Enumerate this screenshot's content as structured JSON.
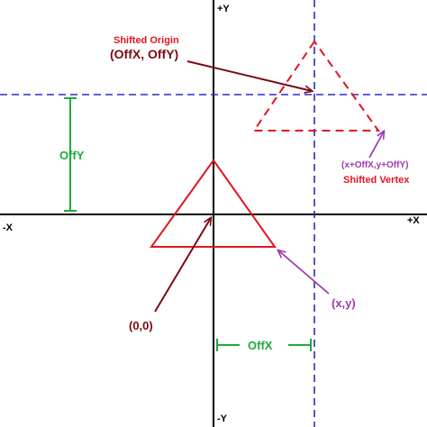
{
  "axes": {
    "y_positive": "+Y",
    "y_negative": "-Y",
    "x_positive": "+X",
    "x_negative": "-X"
  },
  "labels": {
    "shifted_origin_title": "Shifted Origin",
    "shifted_origin_coords": "(OffX, OffY)",
    "offy": "OffY",
    "offx": "OffX",
    "shifted_vertex_coords": "(x+OffX,y+OffY)",
    "shifted_vertex_title": "Shifted Vertex",
    "origin": "(0,0)",
    "vertex": "(x,y)"
  },
  "colors": {
    "axis": "#000000",
    "dashed_axis": "#2b2bc8",
    "triangle": "#e0161e",
    "dark_red": "#7a0a14",
    "purple": "#9b3bb0",
    "green": "#1faa3a",
    "red_text": "#e0161e"
  }
}
